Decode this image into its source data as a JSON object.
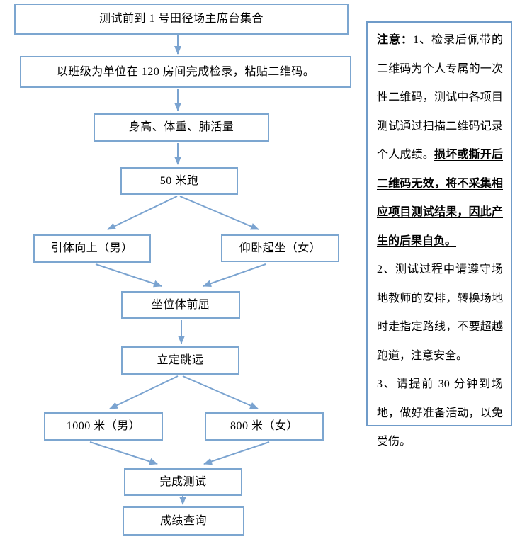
{
  "flowchart": {
    "nodes": [
      {
        "label": "测试前到 1 号田径场主席台集合"
      },
      {
        "label": "以班级为单位在 120 房间完成检录，粘贴二维码。"
      },
      {
        "label": "身高、体重、肺活量"
      },
      {
        "label": "50 米跑"
      },
      {
        "label": "引体向上（男）"
      },
      {
        "label": "仰卧起坐（女）"
      },
      {
        "label": "坐位体前屈"
      },
      {
        "label": "立定跳远"
      },
      {
        "label": "1000 米（男）"
      },
      {
        "label": "800 米（女）"
      },
      {
        "label": "完成测试"
      },
      {
        "label": "成绩查询"
      }
    ]
  },
  "note": {
    "title": "注意：",
    "item1_lead": "1、检录后佩带的二维码为个人专属的一次性二维码，测试中各项目测试通过扫描二维码记录个人成绩。",
    "item1_warning": "损坏或撕开后二维码无效，将不采集相应项目测试结果，因此产生的后果自负。",
    "item2": "2、测试过程中请遵守场地教师的安排，转换场地时走指定路线，不要超越跑道，注意安全。",
    "item3": "3、请提前 30 分钟到场地，做好准备活动，以免受伤。"
  },
  "colors": {
    "box_border": "#7ca6d0",
    "arrow": "#7aa3d0",
    "note_border": "#6f9bc9",
    "text": "#000000"
  }
}
